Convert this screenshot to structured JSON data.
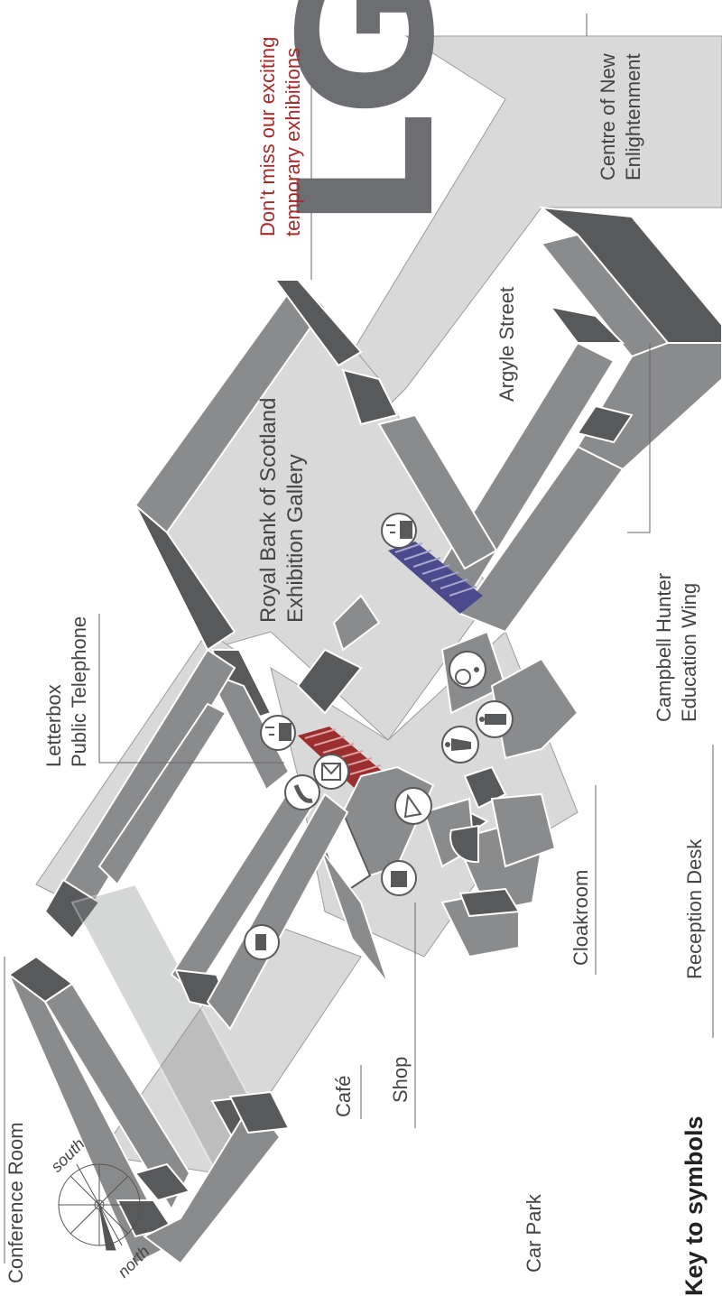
{
  "floor": "LG",
  "promo": {
    "line1": "Don’t miss our exciting",
    "line2": "temporary exhibitions"
  },
  "street": "Argyle Street",
  "areas": {
    "gallery": {
      "line1": "Royal Bank of Scotland",
      "line2": "Exhibition Gallery"
    },
    "enlightenment": {
      "line1": "Centre of New",
      "line2": "Enlightenment"
    },
    "education": {
      "line1": "Campbell Hunter",
      "line2": "Education Wing"
    },
    "reception": "Reception Desk",
    "cloakroom": "Cloakroom",
    "shop": "Shop",
    "cafe": "Café",
    "conference": "Conference Room",
    "carpark": "Car Park",
    "letterbox": {
      "line1": "Letterbox",
      "line2": "Public Telephone"
    }
  },
  "compass": {
    "south": "south",
    "north": "north"
  },
  "key_title": "Key to symbols",
  "colors": {
    "accent": "#a52a2a",
    "stairs_red": "#9b2e2e",
    "stairs_blue": "#4a4a8c",
    "wall_dark": "#58595b",
    "wall_mid": "#8a8b8d",
    "floor": "#d8d8d9"
  },
  "icons": [
    "lift-icon",
    "toilet-accessible-icon",
    "toilet-male-icon",
    "toilet-female-icon",
    "telephone-icon",
    "letterbox-icon",
    "cloakroom-icon",
    "shop-icon",
    "cafe-icon"
  ]
}
